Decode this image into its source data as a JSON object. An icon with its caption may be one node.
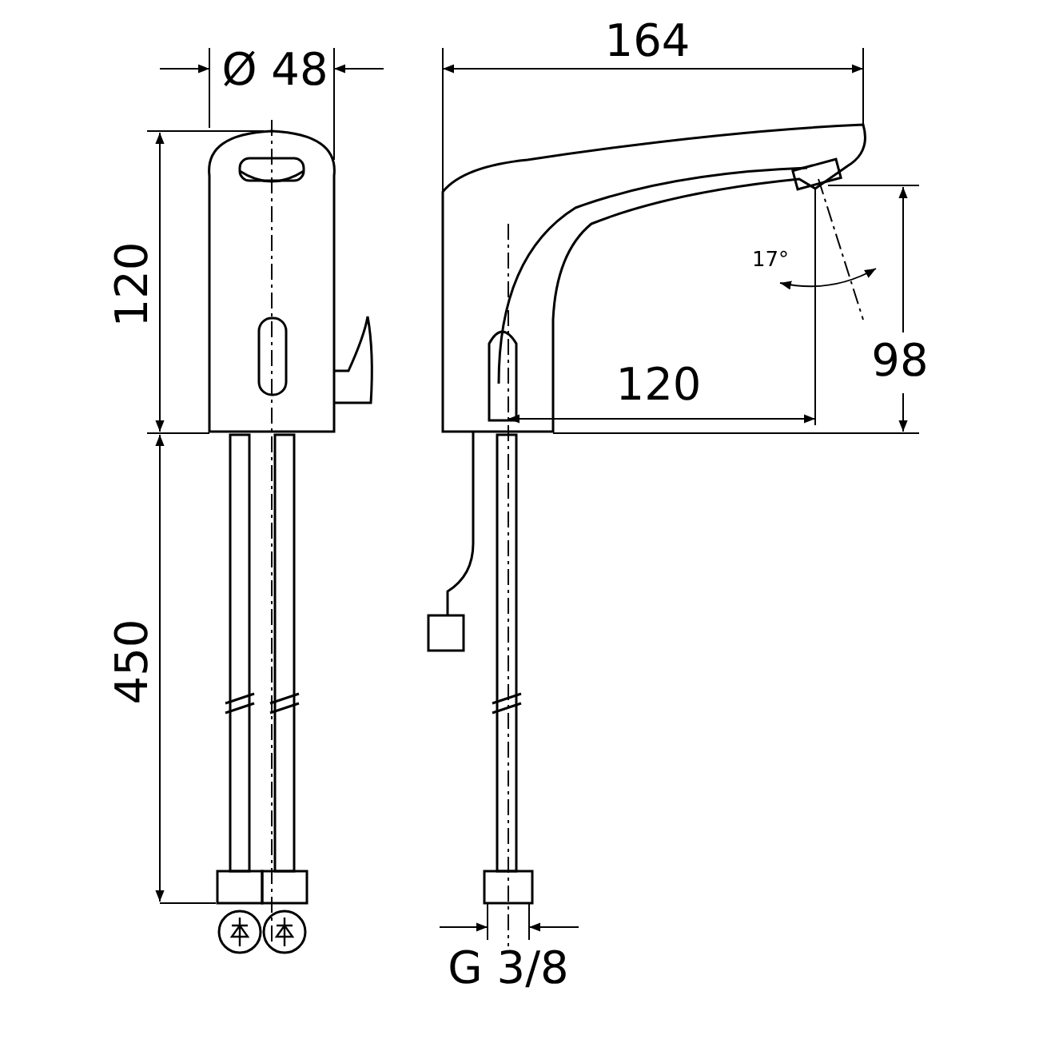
{
  "diagram": {
    "labels": [
      "Ø 48",
      "164",
      "120",
      "98",
      "17°",
      "120",
      "450",
      "G 3/8"
    ]
  }
}
